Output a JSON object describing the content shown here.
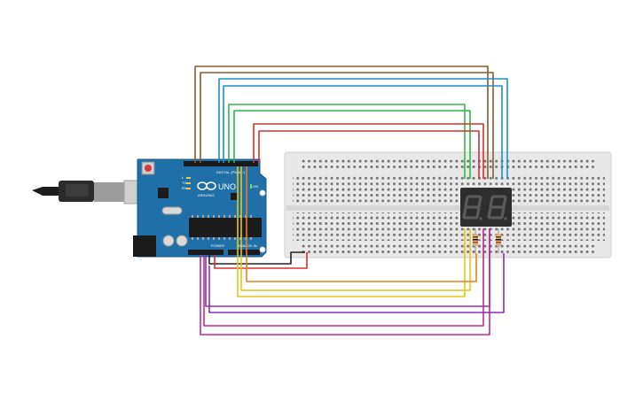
{
  "board": {
    "brand_label": "ARDUINO",
    "model_label": "UNO",
    "digital_label": "DIGITAL (PWM ~)",
    "power_label": "POWER",
    "analog_label": "ANALOG IN",
    "tx_label": "TX",
    "rx_label": "RX",
    "l_label": "L",
    "on_label": "ON"
  },
  "display": {
    "digits": [
      "8.",
      "8."
    ]
  },
  "colors": {
    "board": "#1f6fa8",
    "breadboard": "#e6e6e6",
    "display": "#2e2e2e",
    "segment": "#4a4a4a",
    "wire_brown": "#8b5a2b",
    "wire_blue": "#1e90c8",
    "wire_green": "#2db84a",
    "wire_red": "#d93030",
    "wire_yellow": "#e6c619",
    "wire_orange": "#f07f1a",
    "wire_purple": "#8a2ec0",
    "wire_magenta": "#c8288c",
    "wire_black": "#222222"
  },
  "icons": {
    "usb_cable": "usb-cable-icon",
    "reset_button": "reset-button-icon",
    "logo": "arduino-infinity-logo"
  }
}
